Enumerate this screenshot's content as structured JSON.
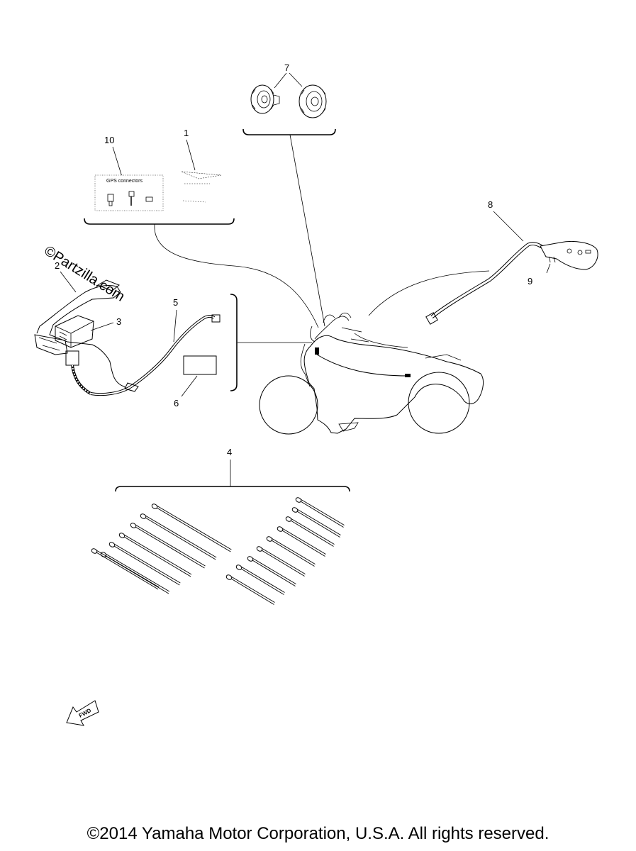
{
  "callouts": {
    "c1": "1",
    "c2": "2",
    "c3": "3",
    "c4": "4",
    "c5": "5",
    "c6": "6",
    "c7": "7",
    "c8": "8",
    "c9": "9",
    "c10": "10"
  },
  "gps_card_label": "GPS connectors",
  "fwd_label": "FWD",
  "watermark": "©Partzilla.com",
  "copyright": "©2014 Yamaha Motor Corporation, U.S.A. All rights reserved."
}
